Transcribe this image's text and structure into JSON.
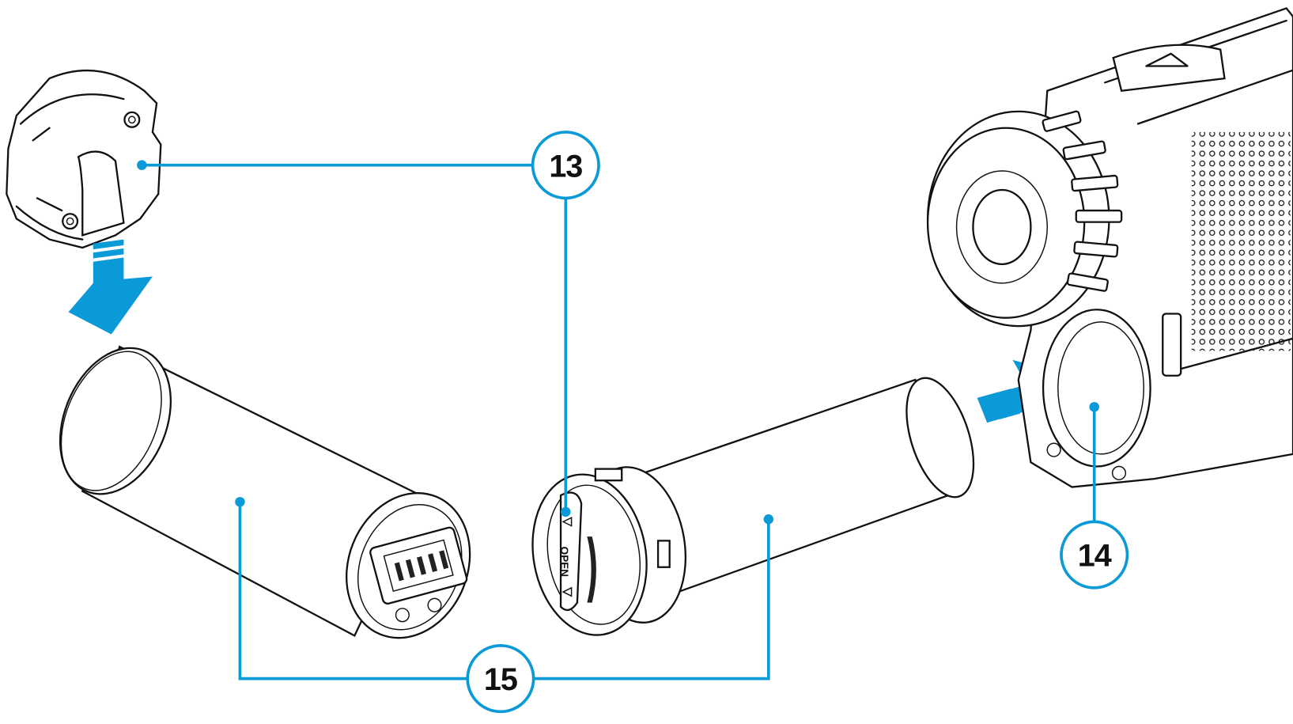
{
  "callouts": {
    "c13": "13",
    "c14": "14",
    "c15": "15"
  },
  "cap_label": "OPEN",
  "colors": {
    "accent": "#0a9ad8",
    "line": "#111111"
  }
}
